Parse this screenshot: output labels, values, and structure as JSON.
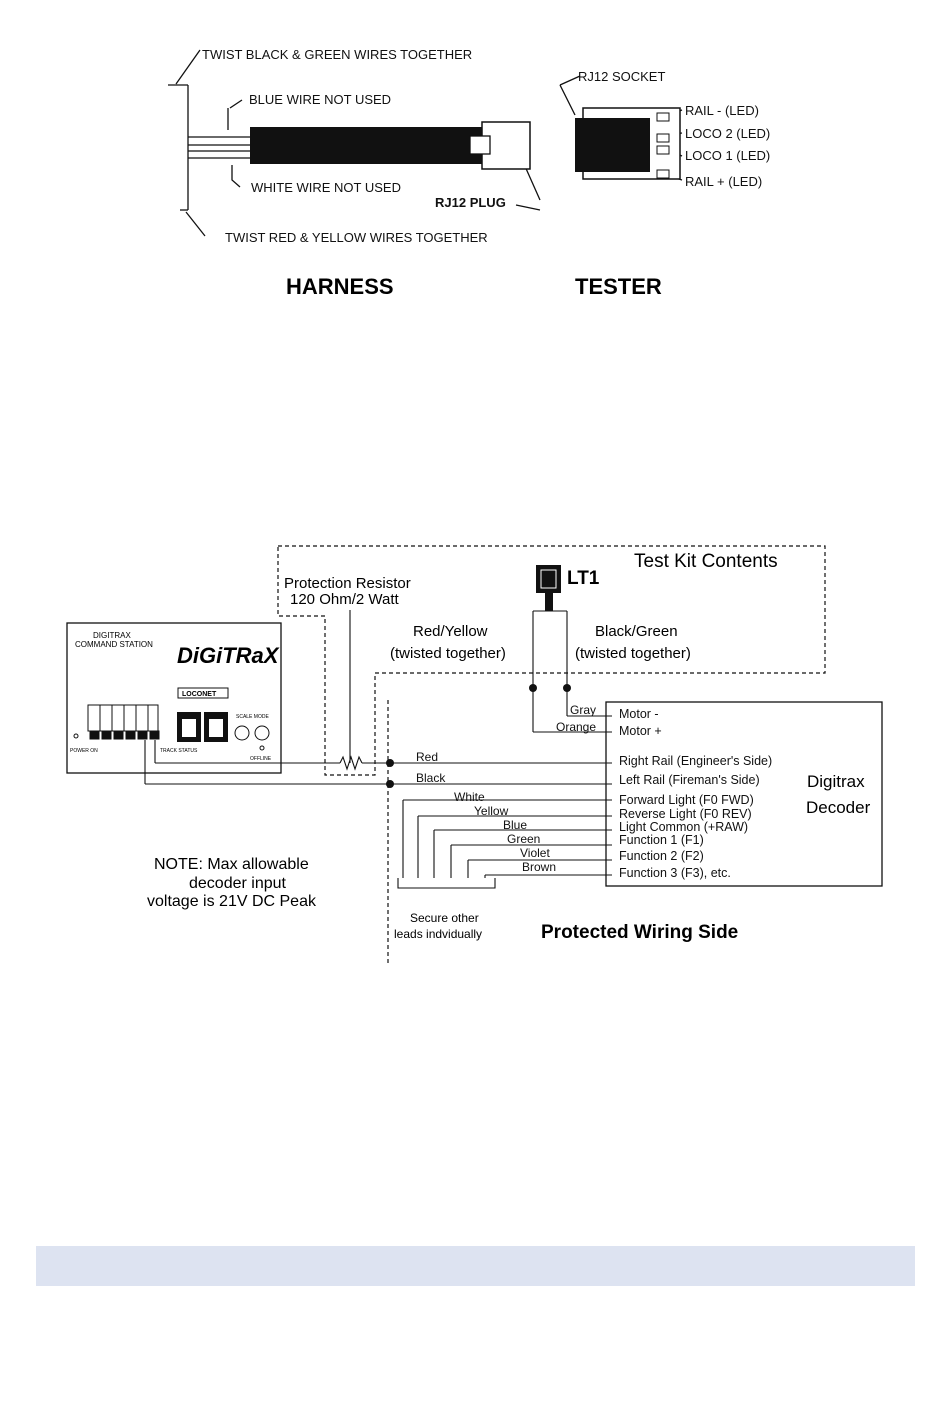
{
  "harness_diagram": {
    "heading_harness": "HARNESS",
    "heading_tester": "TESTER",
    "twist_black_green": "TWIST BLACK & GREEN WIRES TOGETHER",
    "blue_not_used": "BLUE WIRE NOT USED",
    "white_not_used": "WHITE WIRE NOT USED",
    "twist_red_yellow": "TWIST RED & YELLOW  WIRES TOGETHER",
    "rj12_plug": "RJ12 PLUG",
    "rj12_socket": "RJ12 SOCKET",
    "led_labels": [
      "RAIL - (LED)",
      "LOCO 2 (LED)",
      "LOCO 1 (LED)",
      "RAIL + (LED)"
    ]
  },
  "wiring_diagram": {
    "test_kit_title": "Test Kit Contents",
    "lt1_label": "LT1",
    "resistor_line1": "Protection Resistor",
    "resistor_line2": "120 Ohm/2 Watt",
    "red_yellow_line1": "Red/Yellow",
    "red_yellow_line2": "(twisted together)",
    "black_green_line1": "Black/Green",
    "black_green_line2": "(twisted together)",
    "command_station_line1": "DIGITRAX",
    "command_station_line2": "COMMAND STATION",
    "brand_logo": "DiGiTRaX",
    "loconet_label": "LOCONET",
    "cs_small_labels": {
      "power_on": "POWER ON",
      "track_status": "TRACK STATUS",
      "scale_mode": "SCALE MODE",
      "offline": "OFFLINE"
    },
    "wire_colors": [
      "Gray",
      "Orange",
      "Red",
      "Black",
      "White",
      "Yellow",
      "Blue",
      "Green",
      "Violet",
      "Brown"
    ],
    "decoder_terminals": [
      "Motor -",
      "Motor +",
      "Right Rail (Engineer's Side)",
      "Left Rail (Fireman's Side)",
      "Forward Light (F0 FWD)",
      "Reverse Light (F0 REV)",
      "Light Common (+RAW)",
      "Function 1 (F1)",
      "Function 2 (F2)",
      "Function 3 (F3), etc."
    ],
    "decoder_title_line1": "Digitrax",
    "decoder_title_line2": "Decoder",
    "note_line1": "NOTE: Max allowable",
    "note_line2": "decoder input",
    "note_line3": "voltage is 21V DC Peak",
    "secure_line1": "Secure other",
    "secure_line2": "leads indvidually",
    "protected_label": "Protected Wiring Side"
  },
  "colors": {
    "line": "#111111",
    "footer_band": "#dde3f1"
  }
}
